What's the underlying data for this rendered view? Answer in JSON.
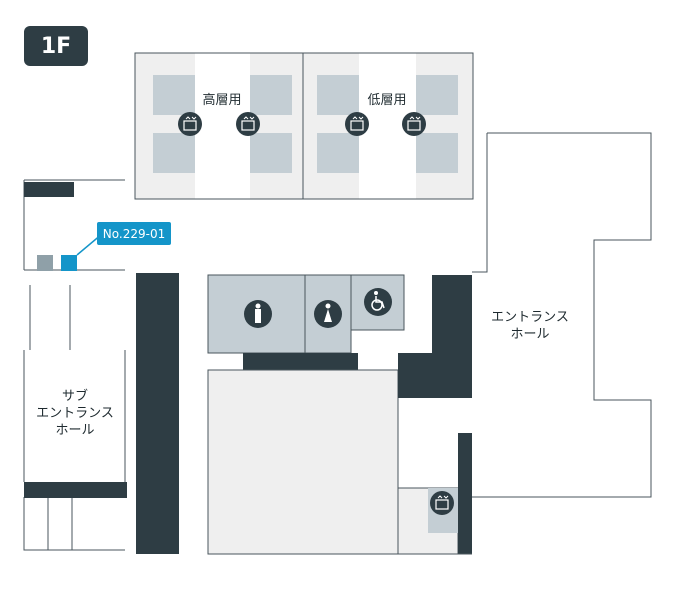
{
  "map": {
    "floor": "1F",
    "areas": {
      "high_elevators": "高層用",
      "low_elevators": "低層用",
      "entrance_hall": "エントランス\nホール",
      "sub_entrance_hall": "サブ\nエントランス\nホール"
    },
    "callout": "No.229-01",
    "icons": [
      "elevator-icon",
      "male-restroom-icon",
      "female-restroom-icon",
      "accessible-restroom-icon"
    ],
    "colors": {
      "wall": "#2e3d44",
      "room": "#c4ced4",
      "zone": "#efefef",
      "highlight": "#1495c9",
      "outline": "#4a565c"
    }
  }
}
